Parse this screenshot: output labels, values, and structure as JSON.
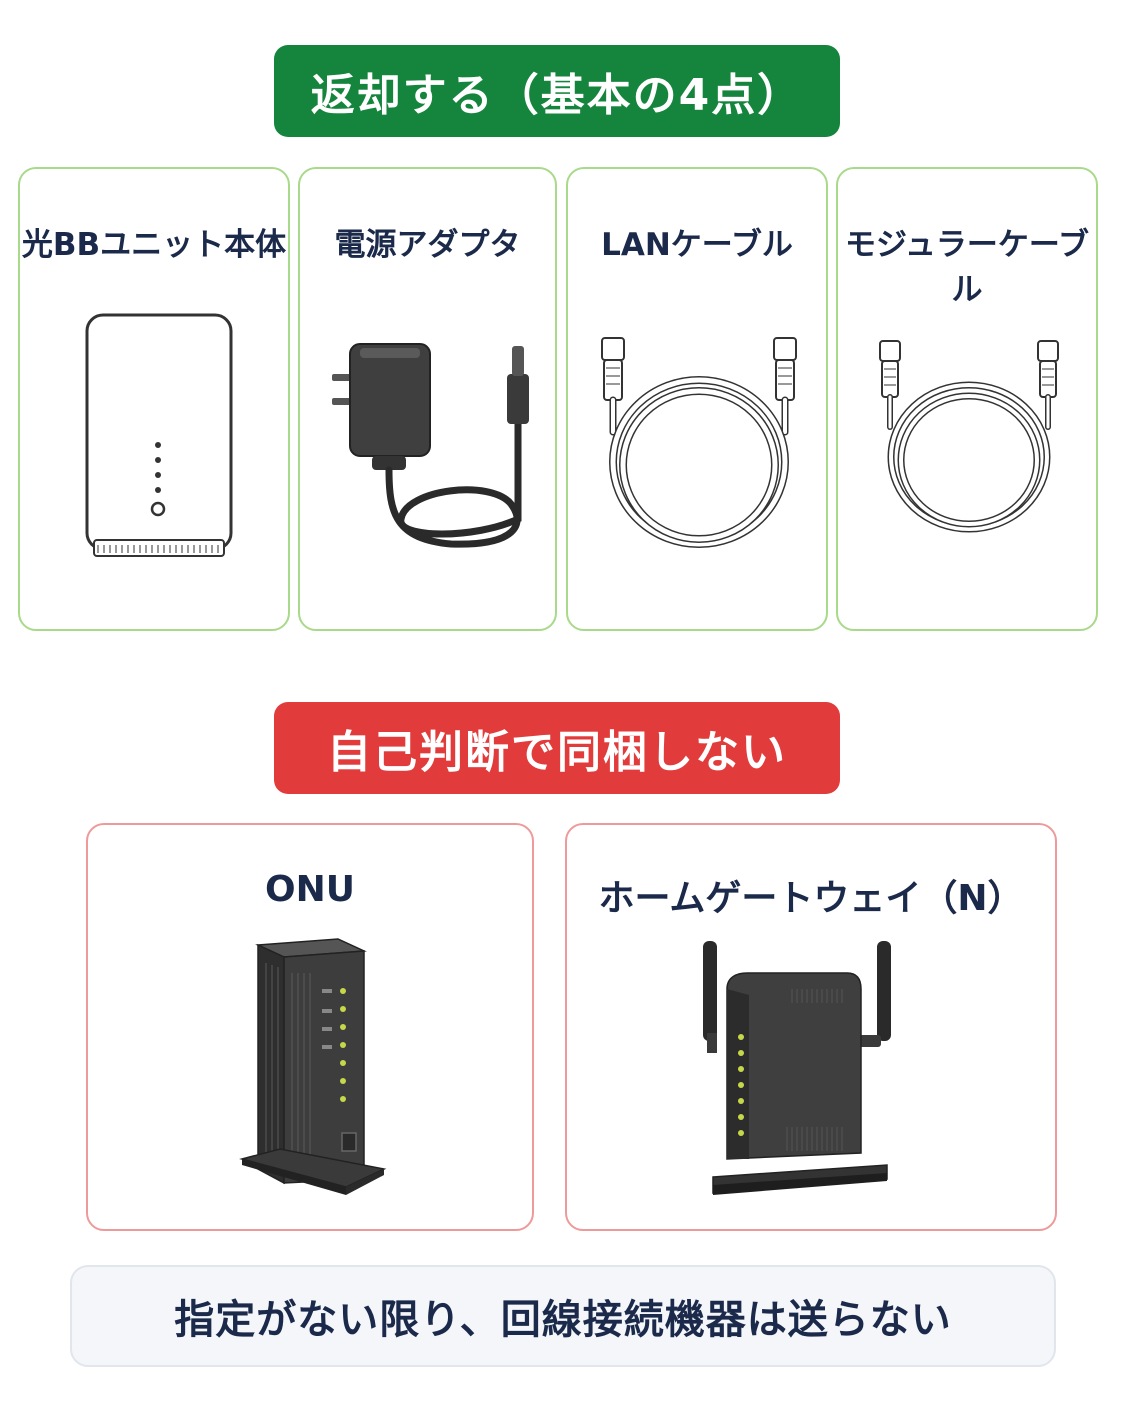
{
  "return_section": {
    "heading": "返却する（基本の4点）",
    "items": [
      {
        "label": "光BBユニット本体",
        "icon": "router-unit-icon"
      },
      {
        "label": "電源アダプタ",
        "icon": "power-adapter-icon"
      },
      {
        "label": "LANケーブル",
        "icon": "lan-cable-icon"
      },
      {
        "label": "モジュラーケーブル",
        "icon": "modular-cable-icon"
      }
    ]
  },
  "do_not_pack_section": {
    "heading": "自己判断で同梱しない",
    "items": [
      {
        "label": "ONU",
        "icon": "onu-device-icon"
      },
      {
        "label": "ホームゲートウェイ（N）",
        "icon": "home-gateway-icon"
      }
    ]
  },
  "footer_note": "指定がない限り、回線接続機器は送らない",
  "colors": {
    "return_accent": "#15853e",
    "do_not_pack_accent": "#e23b3b",
    "text": "#1b2a4a"
  }
}
